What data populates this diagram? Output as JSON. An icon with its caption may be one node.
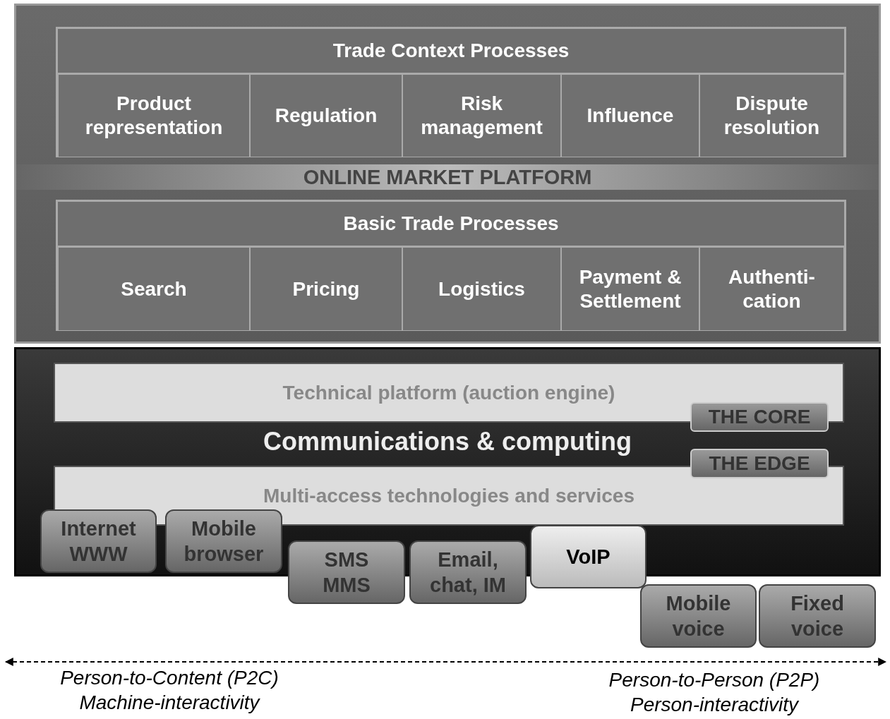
{
  "diagram": {
    "nodes": [
      {
        "text": [
          "ONLINE MARKET PLATFORM"
        ]
      },
      {
        "text": [
          "Trade Context Processes"
        ],
        "in": 0
      },
      {
        "text": [
          "Product representation"
        ],
        "in": 1
      },
      {
        "text": [
          "Regulation"
        ],
        "in": 1
      },
      {
        "text": [
          "Risk management"
        ],
        "in": 1
      },
      {
        "text": [
          "Influence"
        ],
        "in": 1
      },
      {
        "text": [
          "Dispute resolution"
        ],
        "in": 1
      },
      {
        "text": [
          "Basic Trade Processes"
        ],
        "in": 0
      },
      {
        "text": [
          "Search"
        ],
        "in": 7
      },
      {
        "text": [
          "Pricing"
        ],
        "in": 7
      },
      {
        "text": [
          "Logistics"
        ],
        "in": 7
      },
      {
        "text": [
          "Payment & Settlement"
        ],
        "in": 7
      },
      {
        "text": [
          "Authenti-cation"
        ],
        "in": 7
      },
      {
        "text": [
          "Communications & computing"
        ]
      },
      {
        "text": [
          "Technical platform (auction engine)"
        ],
        "in": 13
      },
      {
        "text": [
          "THE CORE"
        ],
        "in": 13
      },
      {
        "text": [
          "THE EDGE"
        ],
        "in": 13
      },
      {
        "text": [
          "Multi-access technologies and services"
        ],
        "in": 13
      },
      {
        "text": [
          "Internet WWW"
        ],
        "in": 13
      },
      {
        "text": [
          "Mobile browser"
        ],
        "in": 13
      },
      {
        "text": [
          "SMS MMS"
        ]
      },
      {
        "text": [
          "Email, chat, IM"
        ]
      },
      {
        "text": [
          "VoIP"
        ]
      },
      {
        "text": [
          "Mobile voice"
        ]
      },
      {
        "text": [
          "Fixed voice"
        ]
      }
    ],
    "labels": [
      "Person-to-Content (P2C)",
      "Machine-interactivity",
      "Person-to-Person (P2P)",
      "Person-interactivity"
    ]
  }
}
